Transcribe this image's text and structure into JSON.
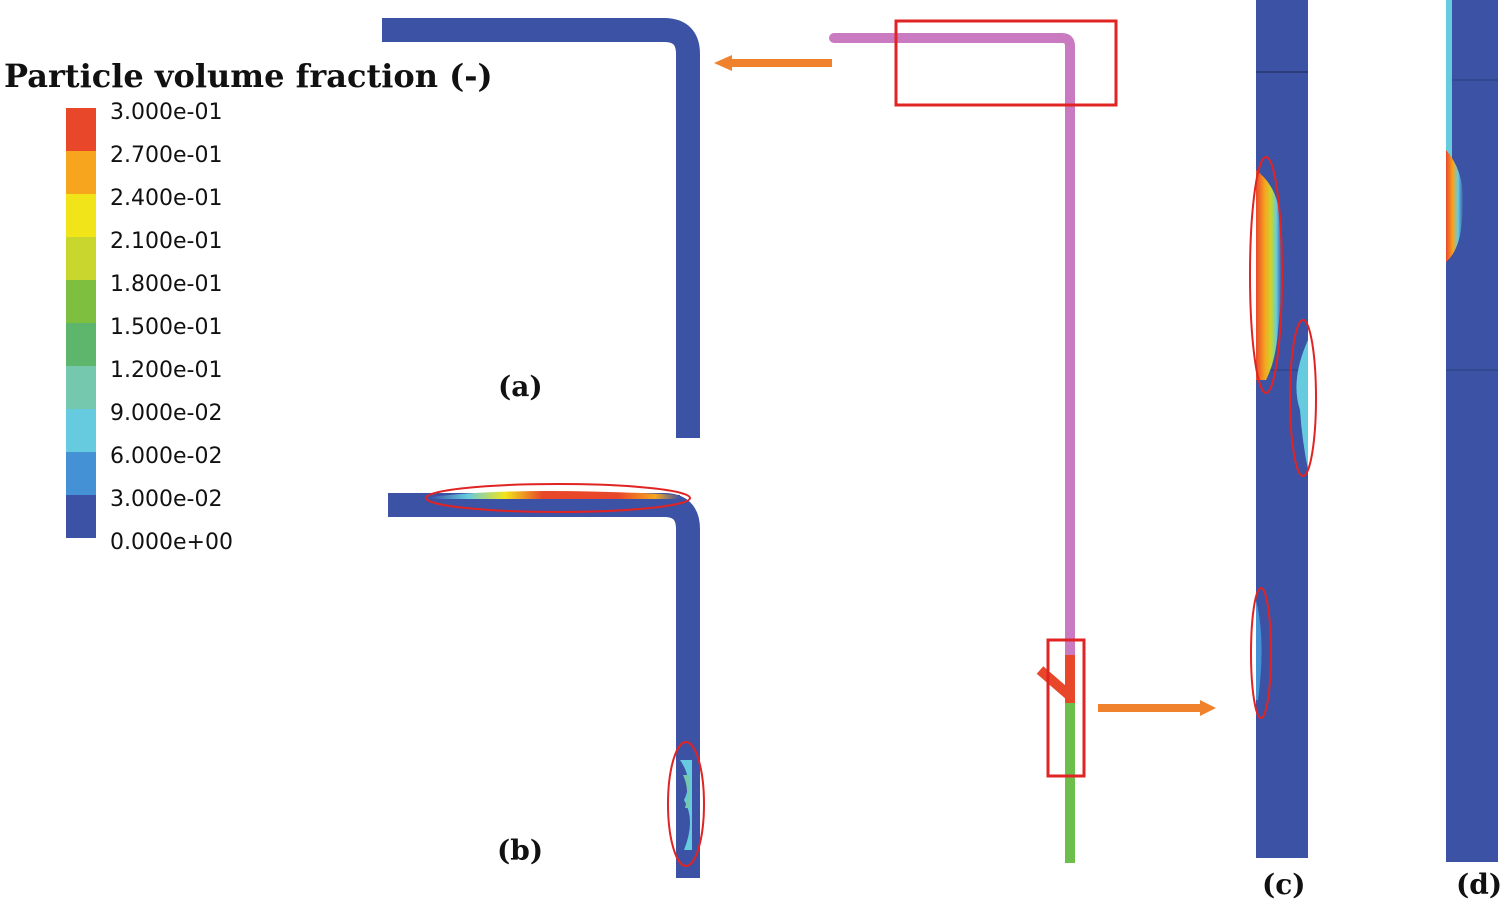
{
  "legend": {
    "title": "Particle volume fraction (-)",
    "levels": [
      {
        "label": "3.000e-01",
        "color": "#e8472a"
      },
      {
        "label": "2.700e-01",
        "color": "#f7a51f"
      },
      {
        "label": "2.400e-01",
        "color": "#f1e51a"
      },
      {
        "label": "2.100e-01",
        "color": "#c8d62e"
      },
      {
        "label": "1.800e-01",
        "color": "#7fbf3f"
      },
      {
        "label": "1.500e-01",
        "color": "#5db66b"
      },
      {
        "label": "1.200e-01",
        "color": "#75c7ad"
      },
      {
        "label": "9.000e-02",
        "color": "#66cbdf"
      },
      {
        "label": "6.000e-02",
        "color": "#4491d6"
      },
      {
        "label": "3.000e-02",
        "color": "#3b52a5"
      },
      {
        "label": "0.000e+00",
        "color": ""
      }
    ]
  },
  "panels": {
    "a": "(a)",
    "b": "(b)",
    "c": "(c)",
    "d": "(d)"
  },
  "colors": {
    "pipe_base": "#3b52a5",
    "overview_pipe": "#c97ac1",
    "overview_inlet": "#6cbf4b",
    "highlight_box": "#e02424",
    "arrow": "#f0822d",
    "hotspot": "#e8472a"
  }
}
